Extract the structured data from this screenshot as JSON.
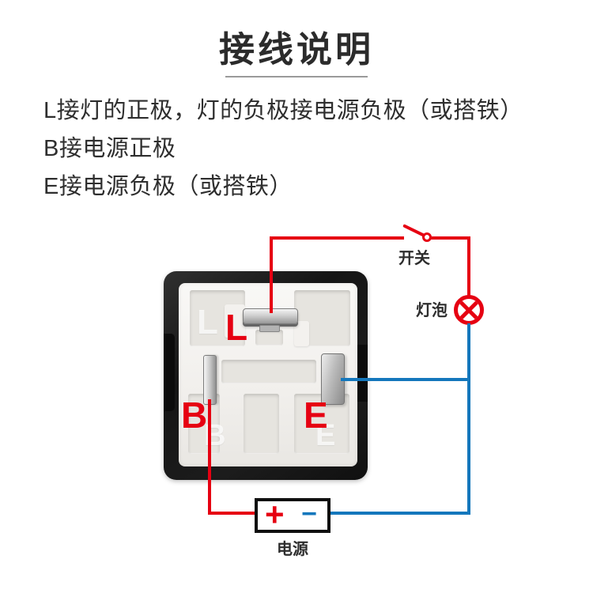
{
  "title": "接线说明",
  "instructions": [
    "L接灯的正极，灯的负极接电源负极（或搭铁）",
    "B接电源正极",
    "E接电源负极（或搭铁）"
  ],
  "relay": {
    "terminal_l_label": "L",
    "terminal_b_label": "B",
    "terminal_e_label": "E",
    "embossed_l": "L",
    "embossed_b": "B",
    "embossed_e": "E"
  },
  "circuit": {
    "switch_label": "开关",
    "bulb_label": "灯泡",
    "power_label": "电源",
    "battery_plus": "+",
    "battery_minus": "−"
  },
  "colors": {
    "wire-red": "#e60012",
    "wire-blue": "#1477bc",
    "ink": "#2b2b2b"
  }
}
